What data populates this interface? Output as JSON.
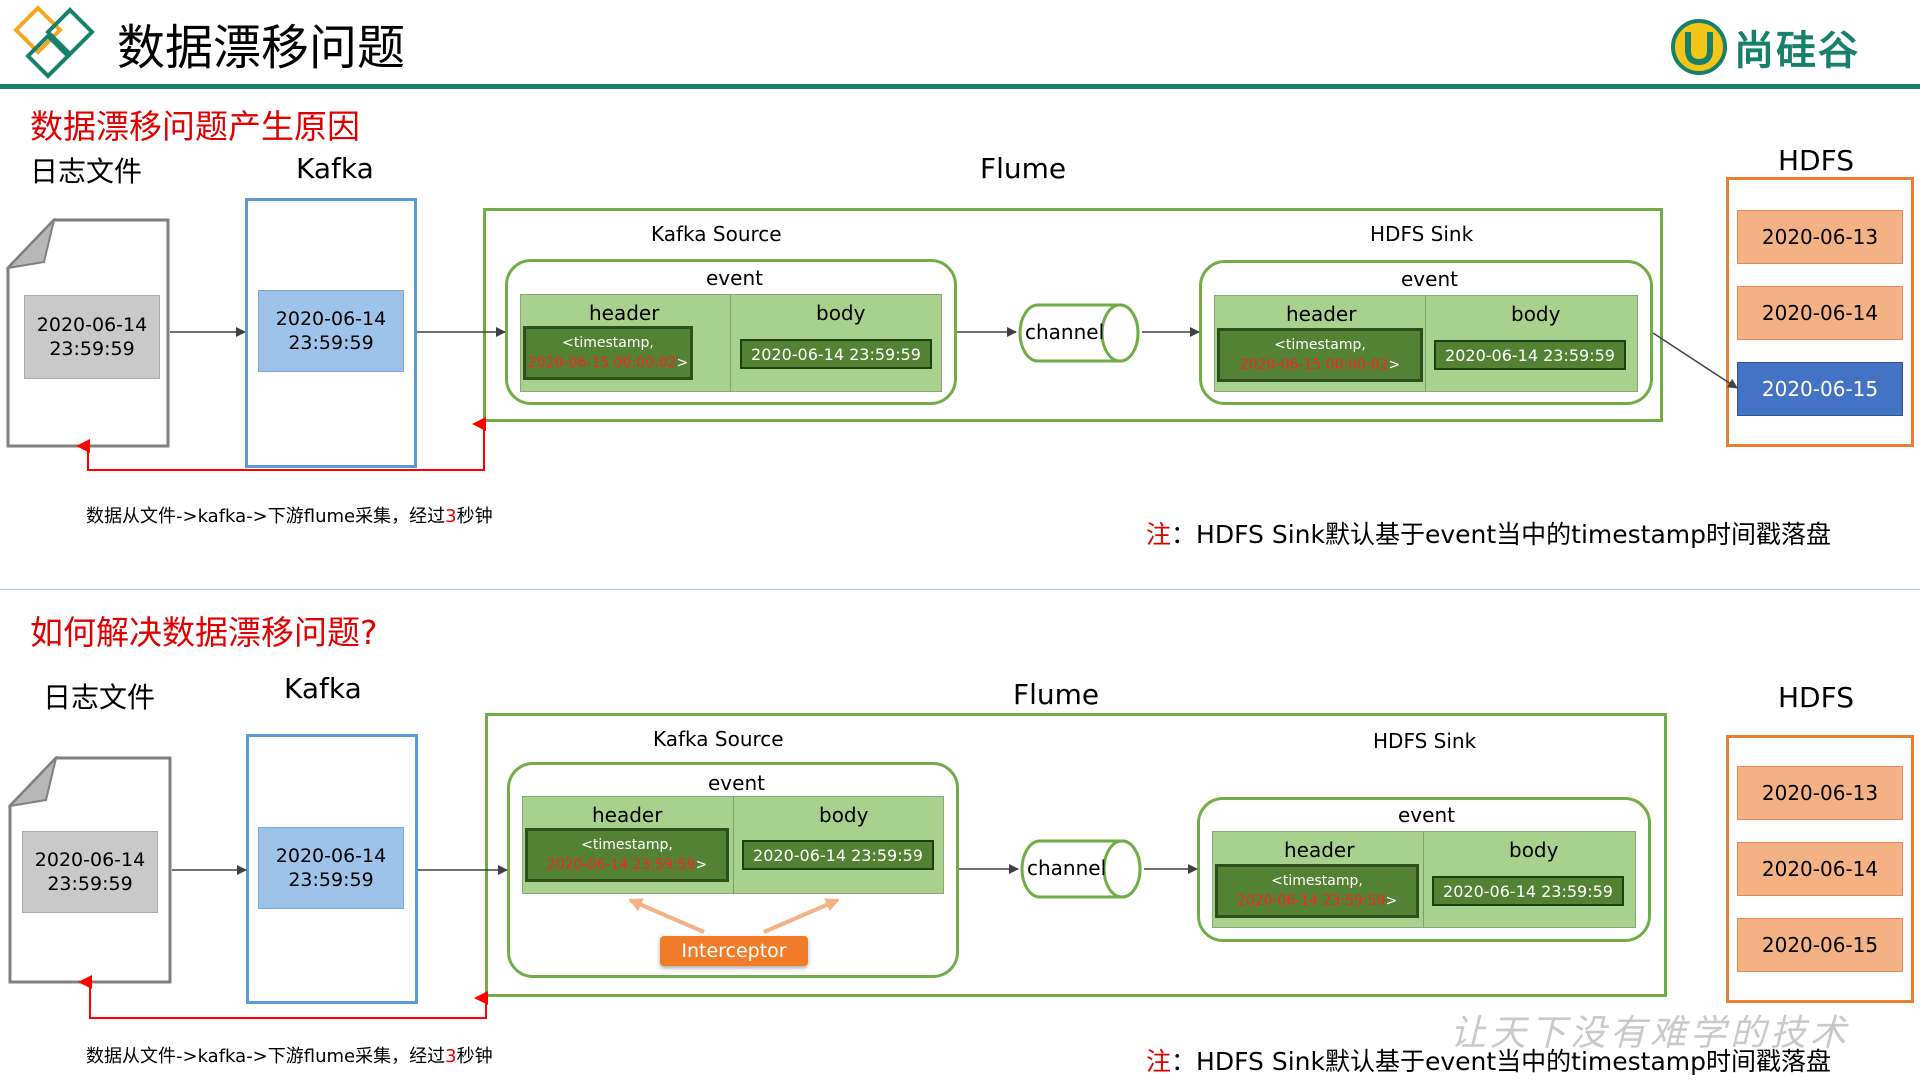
{
  "header": {
    "title": "数据漂移问题",
    "logo_text": "尚硅谷",
    "accent_color": "#17806b"
  },
  "sections": [
    {
      "heading": "数据漂移问题产生原因",
      "log_label": "日志文件",
      "log_record": [
        "2020-06-14",
        "23:59:59"
      ],
      "kafka_label": "Kafka",
      "kafka_record": [
        "2020-06-14",
        "23:59:59"
      ],
      "flume_label": "Flume",
      "source": {
        "label": "Kafka Source",
        "event_label": "event",
        "header_label": "header",
        "body_label": "body",
        "timestamp_label": "<timestamp,",
        "timestamp_value": "2020-06-15 00:00:02",
        "timestamp_close": ">",
        "body_value": "2020-06-14 23:59:59"
      },
      "channel_label": "channel",
      "sink": {
        "label": "HDFS Sink",
        "event_label": "event",
        "header_label": "header",
        "body_label": "body",
        "timestamp_label": "<timestamp,",
        "timestamp_value": "2020-06-15 00:00:02",
        "timestamp_close": ">",
        "body_value": "2020-06-14 23:59:59"
      },
      "hdfs_label": "HDFS",
      "hdfs_dates": [
        "2020-06-13",
        "2020-06-14",
        "2020-06-15"
      ],
      "hdfs_active": "2020-06-15",
      "caption": {
        "before": "数据从文件->kafka->下游flume采集，经过",
        "num": "3",
        "after": "秒钟"
      },
      "note": {
        "prefix": "注",
        "text": "：HDFS Sink默认基于event当中的timestamp时间戳落盘"
      }
    },
    {
      "heading": "如何解决数据漂移问题?",
      "log_label": "日志文件",
      "log_record": [
        "2020-06-14",
        "23:59:59"
      ],
      "kafka_label": "Kafka",
      "kafka_record": [
        "2020-06-14",
        "23:59:59"
      ],
      "flume_label": "Flume",
      "source": {
        "label": "Kafka Source",
        "event_label": "event",
        "header_label": "header",
        "body_label": "body",
        "timestamp_label": "<timestamp,",
        "timestamp_value": "2020-06-14 23:59:59",
        "timestamp_close": ">",
        "body_value": "2020-06-14 23:59:59"
      },
      "interceptor_label": "Interceptor",
      "channel_label": "channel",
      "sink": {
        "label": "HDFS Sink",
        "event_label": "event",
        "header_label": "header",
        "body_label": "body",
        "timestamp_label": "<timestamp,",
        "timestamp_value": "2020-06-14 23:59:59",
        "timestamp_close": ">",
        "body_value": "2020-06-14 23:59:59"
      },
      "hdfs_label": "HDFS",
      "hdfs_dates": [
        "2020-06-13",
        "2020-06-14",
        "2020-06-15"
      ],
      "caption": {
        "before": "数据从文件->kafka->下游flume采集，经过",
        "num": "3",
        "after": "秒钟"
      },
      "note": {
        "prefix": "注",
        "text": "：HDFS Sink默认基于event当中的timestamp时间戳落盘"
      }
    }
  ],
  "watermark": "让天下没有难学的技术"
}
